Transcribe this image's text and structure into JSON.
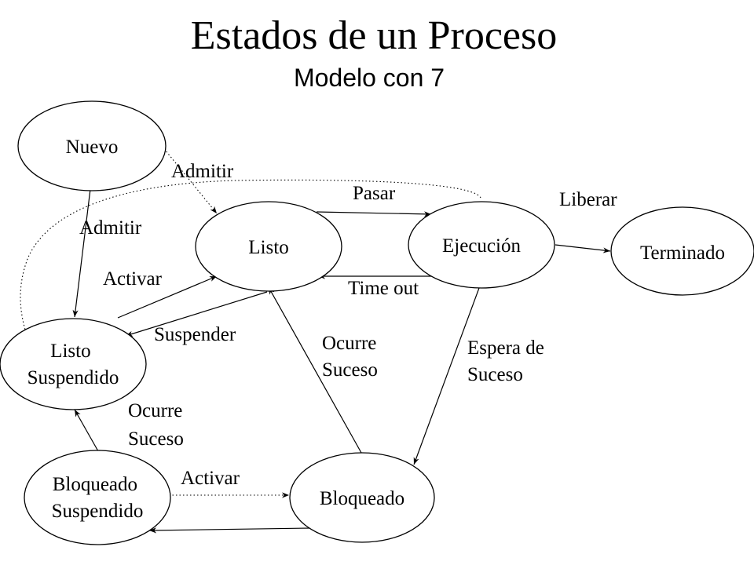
{
  "title": "Estados de un Proceso",
  "subtitle": "Modelo con 7",
  "nodes": {
    "nuevo": [
      "Nuevo"
    ],
    "listo": [
      "Listo"
    ],
    "ejecucion": [
      "Ejecución"
    ],
    "terminado": [
      "Terminado"
    ],
    "listo_suspendido": [
      "Listo",
      "Suspendido"
    ],
    "bloqueado_suspendido": [
      "Bloqueado",
      "Suspendido"
    ],
    "bloqueado": [
      "Bloqueado"
    ]
  },
  "edges": {
    "admitir_listo": [
      "Admitir"
    ],
    "admitir_listo_suspendido": [
      "Admitir"
    ],
    "pasar": [
      "Pasar"
    ],
    "liberar": [
      "Liberar"
    ],
    "time_out": [
      "Time out"
    ],
    "activar_listo": [
      "Activar"
    ],
    "suspender": [
      "Suspender"
    ],
    "ocurre_suceso_listo": [
      "Ocurre",
      "Suceso"
    ],
    "espera_suceso": [
      "Espera de",
      "Suceso"
    ],
    "ocurre_suceso_suspendido": [
      "Ocurre",
      "Suceso"
    ],
    "activar_bloqueado": [
      "Activar"
    ]
  }
}
